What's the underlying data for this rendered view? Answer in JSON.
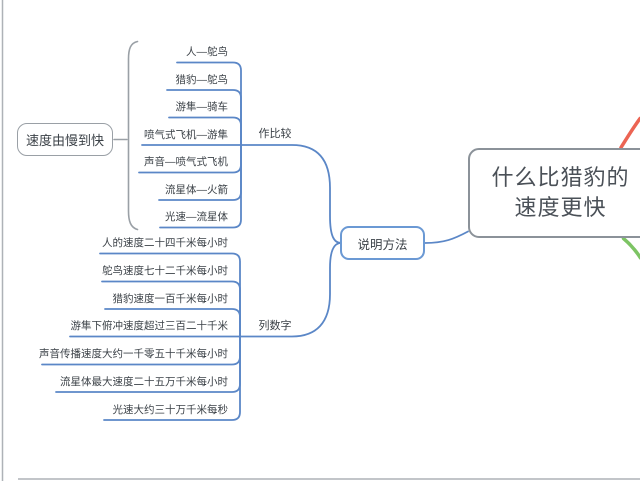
{
  "diagram": {
    "main_topic": {
      "title": "什么比猎豹的速度更快",
      "title_line1": "什么比猎豹的",
      "title_line2": "速度更快"
    },
    "method_node": {
      "label": "说明方法"
    },
    "summary_node": {
      "label": "速度由慢到快"
    },
    "comparison_branch": {
      "label": "作比较",
      "items": [
        "人—鸵鸟",
        "猎豹—鸵鸟",
        "游隼—骑车",
        "喷气式飞机—游隼",
        "声音—喷气式飞机",
        "流星体—火箭",
        "光速—流星体"
      ]
    },
    "numbers_branch": {
      "label": "列数字",
      "items": [
        "人的速度二十四千米每小时",
        "鸵鸟速度七十二千米每小时",
        "猎豹速度一百千米每小时",
        "游隼下俯冲速度超过三百二十千米",
        "声音传播速度大约一千零五十千米每小时",
        "流星体最大速度二十五万千米每小时",
        "光速大约三十万千米每秒"
      ]
    }
  },
  "colors": {
    "branch_blue": "#5b87c7",
    "node_border_gray": "#9aa0a6",
    "main_border_gray": "#8b9299",
    "method_border_blue": "#6b99d4",
    "text_dark": "#3b4147",
    "title_text": "#4a5057",
    "red_branch": "#ec6453",
    "green_branch": "#7dc464",
    "frame_gray": "#aeb2b7"
  }
}
